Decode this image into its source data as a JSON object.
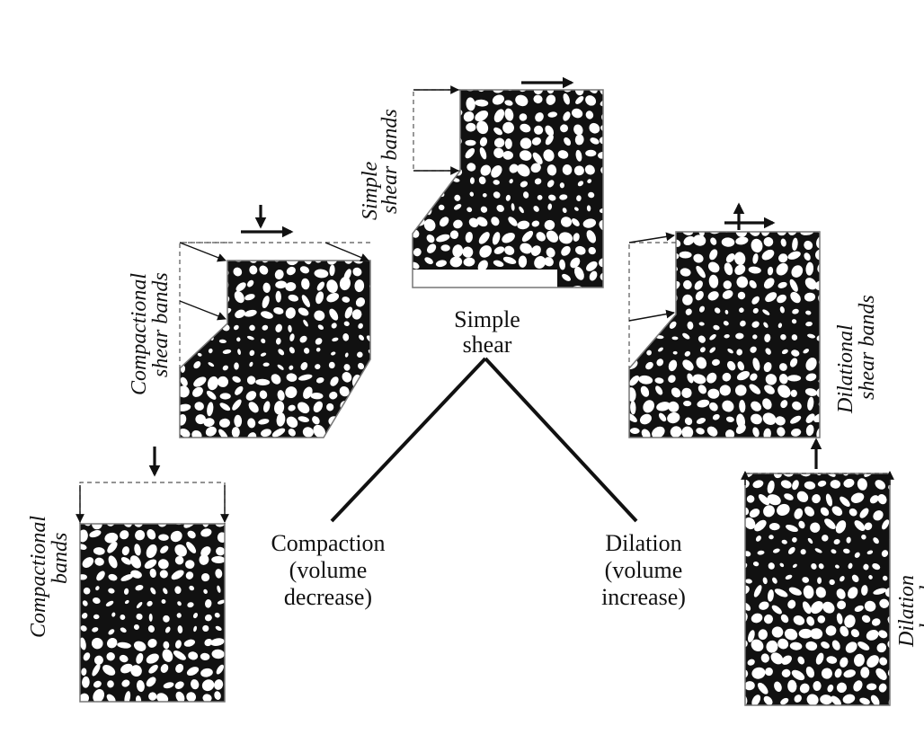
{
  "center": {
    "simple_shear_line1": "Simple",
    "simple_shear_line2": "shear",
    "compaction_line1": "Compaction",
    "compaction_line2": "(volume",
    "compaction_line3": "decrease)",
    "dilation_line1": "Dilation",
    "dilation_line2": "(volume",
    "dilation_line3": "increase)"
  },
  "labels": {
    "simple_shear_bands_1": "Simple",
    "simple_shear_bands_2": "shear bands",
    "compactional_shear_bands_1": "Compactional",
    "compactional_shear_bands_2": "shear bands",
    "dilational_shear_bands_1": "Dilational",
    "dilational_shear_bands_2": "shear bands",
    "compactional_bands_1": "Compactional",
    "compactional_bands_2": "bands",
    "dilation_bands_1": "Dilation",
    "dilation_bands_2": "bands"
  },
  "colors": {
    "matrix": "#111111",
    "grain": "#ffffff",
    "line": "#111111"
  }
}
